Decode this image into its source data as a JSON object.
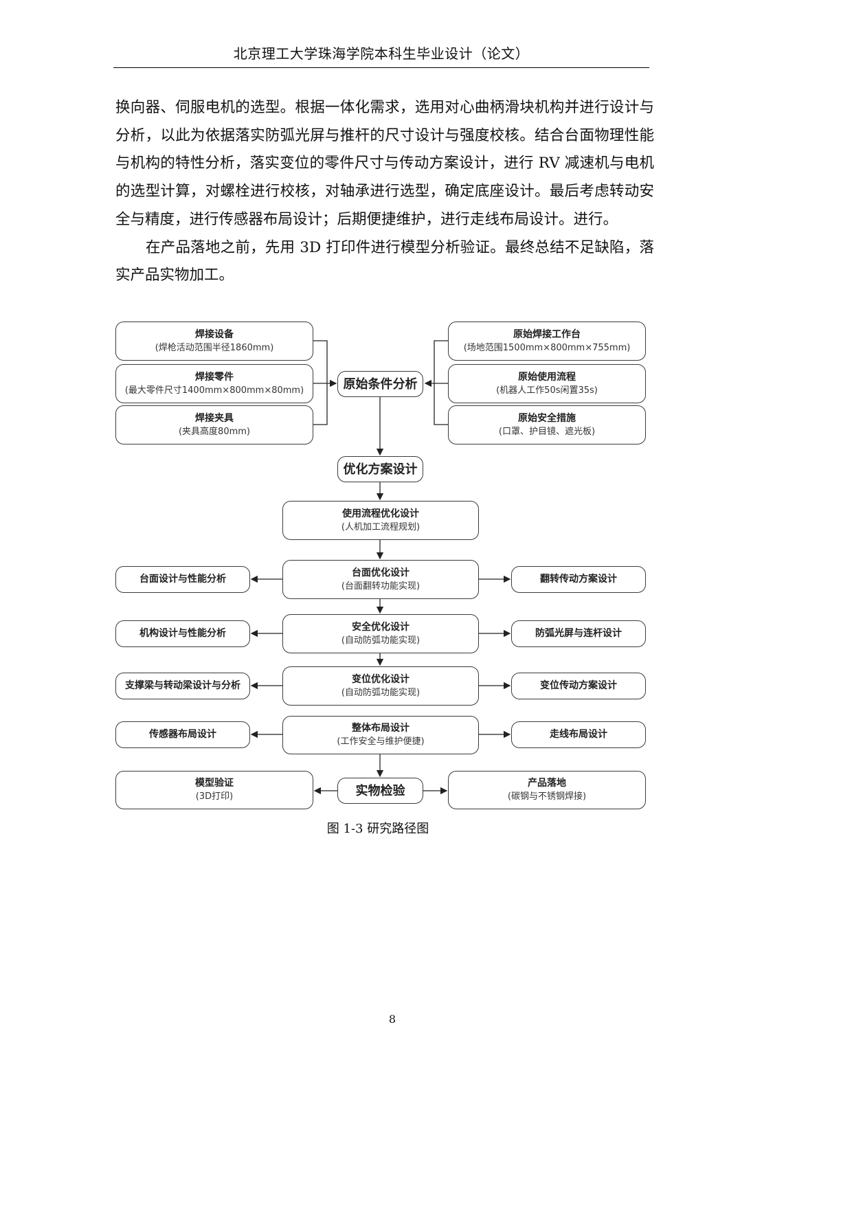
{
  "header": {
    "title": "北京理工大学珠海学院本科生毕业设计（论文）"
  },
  "body": {
    "paragraph1": "换向器、伺服电机的选型。根据一体化需求，选用对心曲柄滑块机构并进行设计与分析，以此为依据落实防弧光屏与推杆的尺寸设计与强度校核。结合台面物理性能与机构的特性分析，落实变位的零件尺寸与传动方案设计，进行 RV 减速机与电机的选型计算，对螺栓进行校核，对轴承进行选型，确定底座设计。最后考虑转动安全与精度，进行传感器布局设计；后期便捷维护，进行走线布局设计。进行。",
    "paragraph2": "在产品落地之前，先用 3D 打印件进行模型分析验证。最终总结不足缺陷，落实产品实物加工。"
  },
  "figure": {
    "caption": "图 1-3 研究路径图",
    "left_inputs": [
      {
        "title": "焊接设备",
        "sub": "(焊枪活动范围半径1860mm)"
      },
      {
        "title": "焊接零件",
        "sub": "(最大零件尺寸1400mm×800mm×80mm)"
      },
      {
        "title": "焊接夹具",
        "sub": "(夹具高度80mm)"
      }
    ],
    "right_inputs": [
      {
        "title": "原始焊接工作台",
        "sub": "(场地范围1500mm×800mm×755mm)"
      },
      {
        "title": "原始使用流程",
        "sub": "(机器人工作50s闲置35s)"
      },
      {
        "title": "原始安全措施",
        "sub": "(口罩、护目镜、遮光板)"
      }
    ],
    "analysis_node": "原始条件分析",
    "design_node": "优化方案设计",
    "center_steps": [
      {
        "title": "使用流程优化设计",
        "sub": "(人机加工流程规划)"
      },
      {
        "title": "台面优化设计",
        "sub": "(台面翻转功能实现)",
        "left": "台面设计与性能分析",
        "right": "翻转传动方案设计"
      },
      {
        "title": "安全优化设计",
        "sub": "(自动防弧功能实现)",
        "left": "机构设计与性能分析",
        "right": "防弧光屏与连杆设计"
      },
      {
        "title": "变位优化设计",
        "sub": "(自动防弧功能实现)",
        "left": "支撑梁与转动梁设计与分析",
        "right": "变位传动方案设计"
      },
      {
        "title": "整体布局设计",
        "sub": "(工作安全与维护便捷)",
        "left": "传感器布局设计",
        "right": "走线布局设计"
      }
    ],
    "verify_node": "实物检验",
    "bottom_left": {
      "title": "模型验证",
      "sub": "(3D打印)"
    },
    "bottom_right": {
      "title": "产品落地",
      "sub": "(碳钢与不锈钢焊接)"
    }
  },
  "footer": {
    "page_number": "8"
  }
}
